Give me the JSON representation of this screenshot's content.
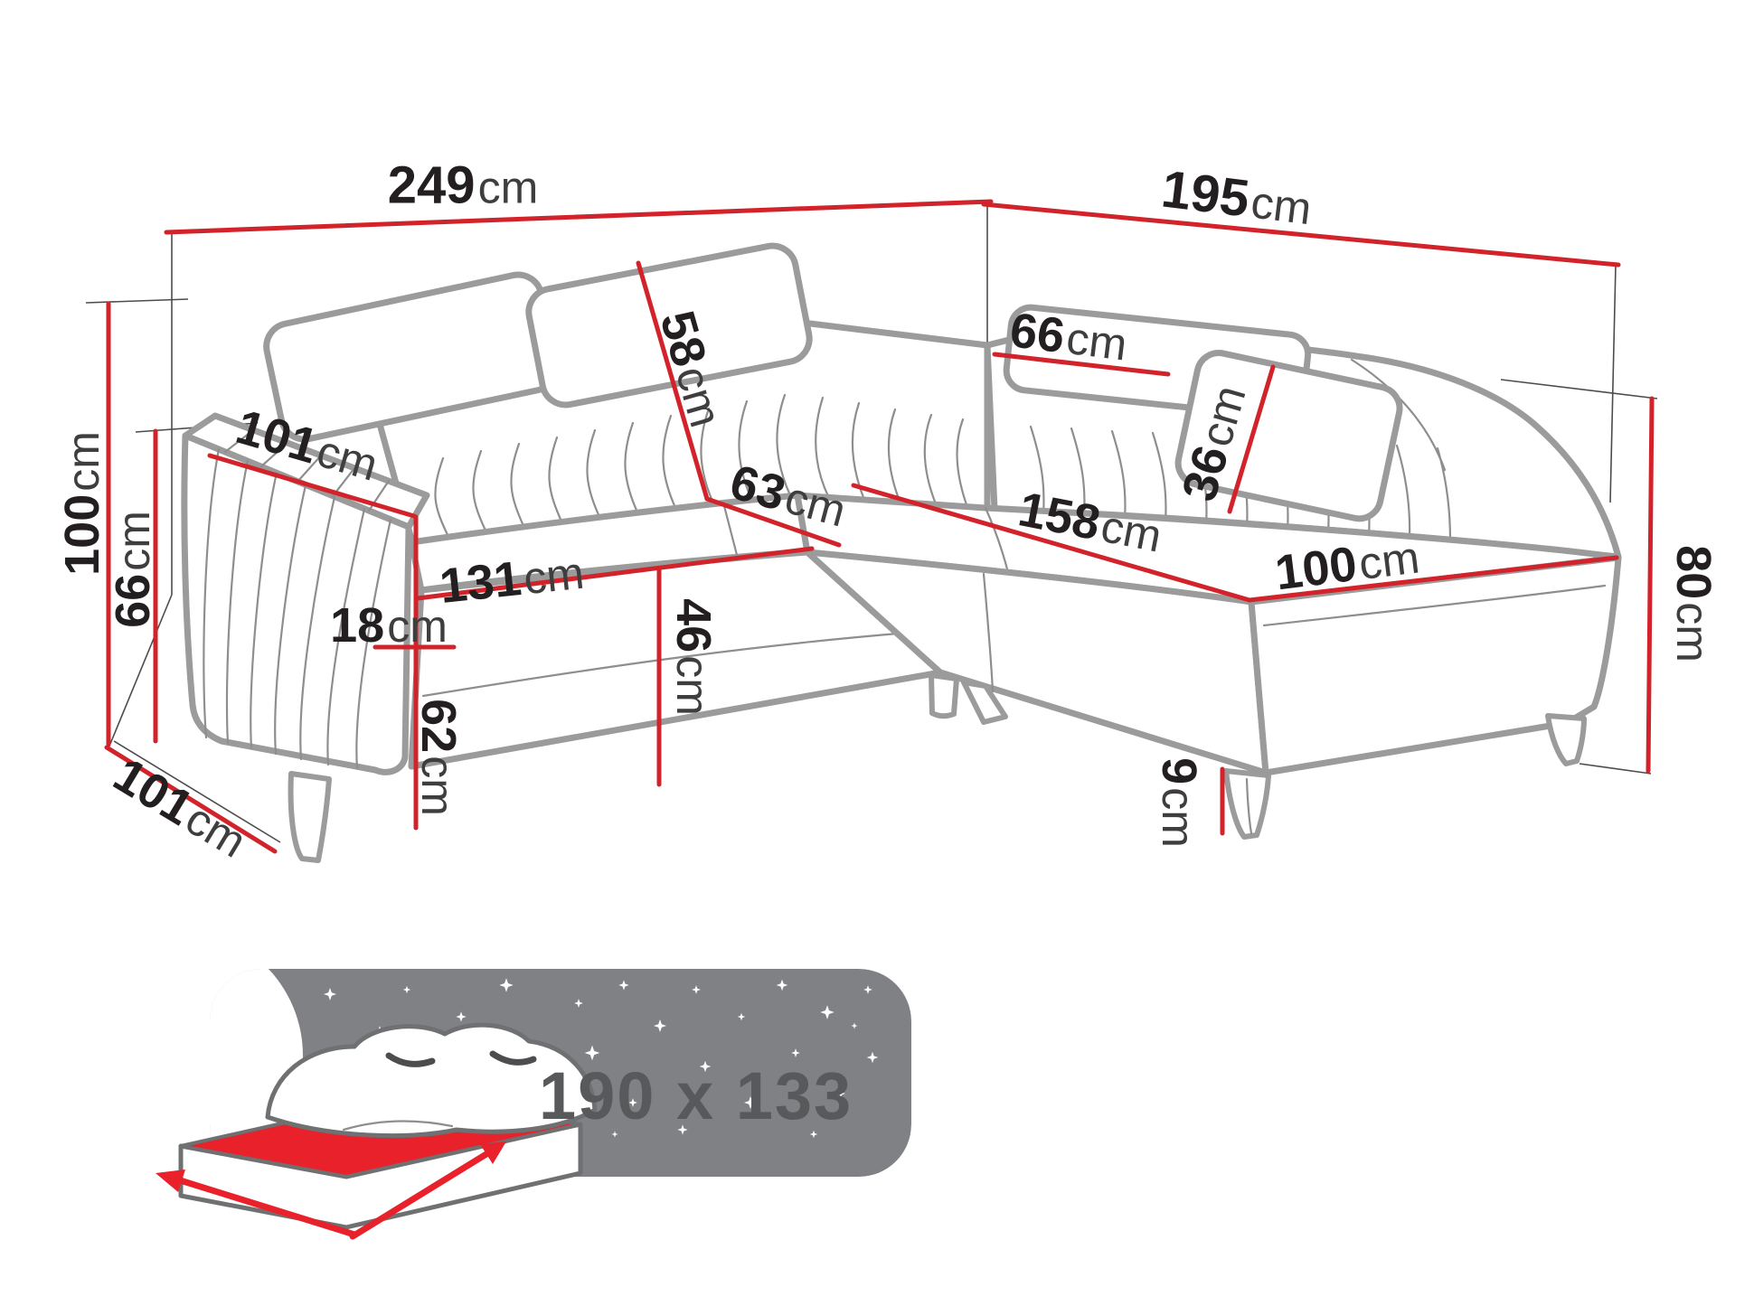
{
  "diagram": {
    "title": "corner-sofa-dimension-diagram",
    "dims": {
      "total_width": {
        "value": "249",
        "unit": "cm"
      },
      "total_depth": {
        "value": "195",
        "unit": "cm"
      },
      "total_height": {
        "value": "100",
        "unit": "cm"
      },
      "back_height": {
        "value": "66",
        "unit": "cm"
      },
      "armrest_depth": {
        "value": "101",
        "unit": "cm"
      },
      "back_cushion": {
        "value": "58",
        "unit": "cm"
      },
      "seat_depth": {
        "value": "63",
        "unit": "cm"
      },
      "corner_back": {
        "value": "66",
        "unit": "cm"
      },
      "headrest": {
        "value": "36",
        "unit": "cm"
      },
      "chaise_length": {
        "value": "158",
        "unit": "cm"
      },
      "chaise_width": {
        "value": "100",
        "unit": "cm"
      },
      "side_height": {
        "value": "80",
        "unit": "cm"
      },
      "seat_width": {
        "value": "131",
        "unit": "cm"
      },
      "armrest_width": {
        "value": "18",
        "unit": "cm"
      },
      "armrest_height": {
        "value": "62",
        "unit": "cm"
      },
      "seat_height": {
        "value": "46",
        "unit": "cm"
      },
      "side_depth": {
        "value": "101",
        "unit": "cm"
      },
      "leg_height": {
        "value": "9",
        "unit": "cm"
      }
    },
    "sleeping_area": "190 x 133",
    "icons": {
      "sleeper": "bed-icon",
      "night_sky": "night-sky-icon",
      "moon": "moon-icon",
      "stars": "star-icon",
      "size_arrows": "double-arrow-icon"
    }
  },
  "colors": {
    "accent": "#d2232a",
    "sofa_outline": "#9b9b9b",
    "number_text": "#231f20",
    "unit_text": "#3f3d3e",
    "bed_text": "#58595b",
    "night_sky": "#7f8184",
    "bed_mattress": "#e8212a"
  }
}
